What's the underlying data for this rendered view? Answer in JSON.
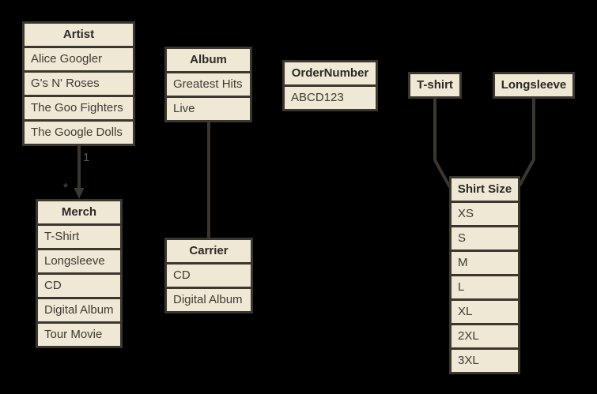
{
  "diagram": {
    "background_color": "#000000",
    "node_fill_color": "#eee8d5",
    "stroke_color": "#3b362e",
    "edge_label_color": "#5b564c",
    "nodes": {
      "artist": {
        "title": "Artist",
        "rows": [
          "Alice Googler",
          "G's N' Roses",
          "The Goo Fighters",
          "The Google Dolls"
        ]
      },
      "merch": {
        "title": "Merch",
        "rows": [
          "T-Shirt",
          "Longsleeve",
          "CD",
          "Digital Album",
          "Tour Movie"
        ]
      },
      "album": {
        "title": "Album",
        "rows": [
          "Greatest Hits",
          "Live"
        ]
      },
      "carrier": {
        "title": "Carrier",
        "rows": [
          "CD",
          "Digital Album"
        ]
      },
      "order_number": {
        "title": "OrderNumber",
        "rows": [
          "ABCD123"
        ]
      },
      "tshirt": {
        "title": "T-shirt"
      },
      "longsleeve": {
        "title": "Longsleeve"
      },
      "shirt_size": {
        "title": "Shirt Size",
        "rows": [
          "XS",
          "S",
          "M",
          "L",
          "XL",
          "2XL",
          "3XL"
        ]
      }
    },
    "edges": {
      "artist_to_merch": {
        "source_label": "1",
        "target_label": "*"
      }
    }
  }
}
